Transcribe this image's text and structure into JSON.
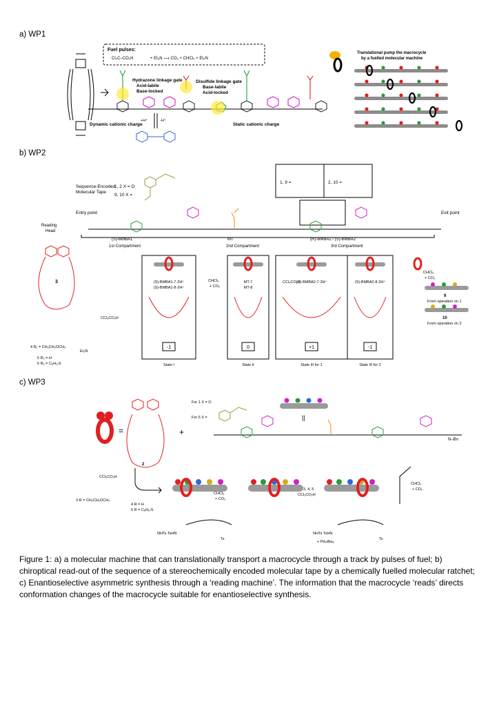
{
  "sections": {
    "a": {
      "label": "a) WP1",
      "fuel_title": "Fuel pulses:",
      "fuel_eq": [
        "+  Et₃N  ⟶  CO₂  +  CHCl₃  +  Et₃N"
      ],
      "gate1": [
        "Hydrazone linkage gate",
        "Acid-labile",
        "Base-locked"
      ],
      "gate2": [
        "Disulfide linkage gate",
        "Base-labile",
        "Acid-locked"
      ],
      "dynamic": "Dynamic cationic charge",
      "static": "Static cationic charge",
      "pump_title": [
        "Translational pump the macrocycle",
        "by a fuelled molecular machine"
      ],
      "h_plus": "+H⁺",
      "h_minus": "-H⁺"
    },
    "b": {
      "label": "b) WP2",
      "tape_title": [
        "Sequence-Encoded",
        "Molecular Tape"
      ],
      "tape_12": "1, 2  X = O",
      "tape_910": "9, 10  X =",
      "entry": "Entry point",
      "exit": "Exit point",
      "box_label_1": "1, 9 =",
      "box_label_2": "2, 10 =",
      "reading_head": [
        "Reading",
        "Head"
      ],
      "compound3": "3",
      "compound4": "4 R₁ = CH₂CH₂OCH₃",
      "compound5": "5 R₂ = H",
      "compound6": "6 R₂ = C₈H₁₇S",
      "et3n": "Et₃N",
      "ccl3": "CCl₃CO₂H",
      "chcl3": [
        "CHCl₃",
        "+ CO₂"
      ],
      "comp1": "(S)-BMBA1",
      "comp2": "MT",
      "comp3": "(R)-BMBA2 / (S)-BMBA2",
      "comp1_label": "1st Compartment",
      "comp2_label": "2nd Compartment",
      "comp3_label": "3rd Compartment",
      "state1_labels": [
        "(S)-BMBA1-7·2H⁺",
        "(S)-BMBA1-8·2H⁺"
      ],
      "state2_labels": [
        "MT-7",
        "MT-8"
      ],
      "state3a_labels": [
        "(R)-BMBA2-7·2H⁺"
      ],
      "state3b_labels": [
        "(S)-BMBA2-8·2H⁺"
      ],
      "charges": [
        "-1",
        "0",
        "+1",
        "-1"
      ],
      "states": [
        "State I",
        "State II",
        "State III for 1",
        "State III for 2"
      ],
      "prod9": "9",
      "prod9_note": "From operation on 1",
      "prod10": "10",
      "prod10_note": "From operation on 2"
    },
    "c": {
      "label": "c) WP3",
      "compound2": "2",
      "for1": "For 1 X = O",
      "for6": "For 6 X =",
      "ccl3": "CCl₃CO₂H",
      "reagents": [
        "3, 4, 5",
        "CCl₃CO₂H"
      ],
      "chcl3": [
        "CHCl₃",
        "+ CO₂"
      ],
      "compound3": "3 R = CH₂CH₂OCH₃",
      "compound4": "4 R = H",
      "compound5": "5 R = C₈H₁₇S",
      "pd": "+ Pd₂dba₃",
      "nhts": "NHTs  TsHN",
      "ts": "Ts",
      "nbn": "N–Bn"
    }
  },
  "caption": "Figure 1: a) a molecular machine that can translationally transport a macrocycle through a track by pulses of fuel; b) chiroptical read-out of the sequence of a stereochemically encoded molecular tape by a chemically fuelled molecular ratchet; c) Enantioselective asymmetric synthesis through a ‘reading machine’. The information that the macrocycle ‘reads’ directs conformation changes of the macrocycle suitable for enantioselective synthesis.",
  "colors": {
    "red": "#e02020",
    "green": "#2a9a3a",
    "magenta": "#d020c8",
    "blue": "#2a6ad8",
    "orange": "#f08a10",
    "olive": "#9a9a3a",
    "yellow": "#ffe83a",
    "grey": "#8c8c8c"
  }
}
